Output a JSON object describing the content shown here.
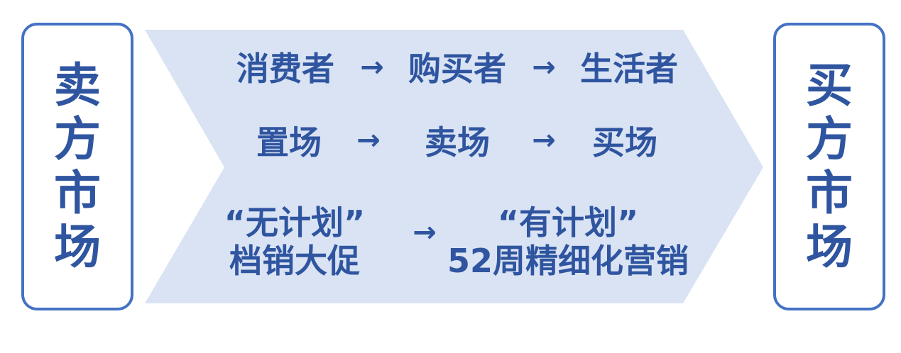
{
  "colors": {
    "box_border": "#4472c4",
    "text": "#2f55a0",
    "chevron_fill": "#dae3f3",
    "background": "#ffffff"
  },
  "left_box": {
    "chars": [
      "卖",
      "方",
      "市",
      "场"
    ]
  },
  "right_box": {
    "chars": [
      "买",
      "方",
      "市",
      "场"
    ]
  },
  "arrow_glyph": "→",
  "rows": [
    {
      "items": [
        "消费者",
        "购买者",
        "生活者"
      ]
    },
    {
      "items": [
        "置场",
        "卖场",
        "买场"
      ]
    },
    {
      "left": {
        "line1": "“无计划”",
        "line2": "档销大促"
      },
      "right": {
        "line1": "“有计划”",
        "line2": "52周精细化营销"
      }
    }
  ]
}
